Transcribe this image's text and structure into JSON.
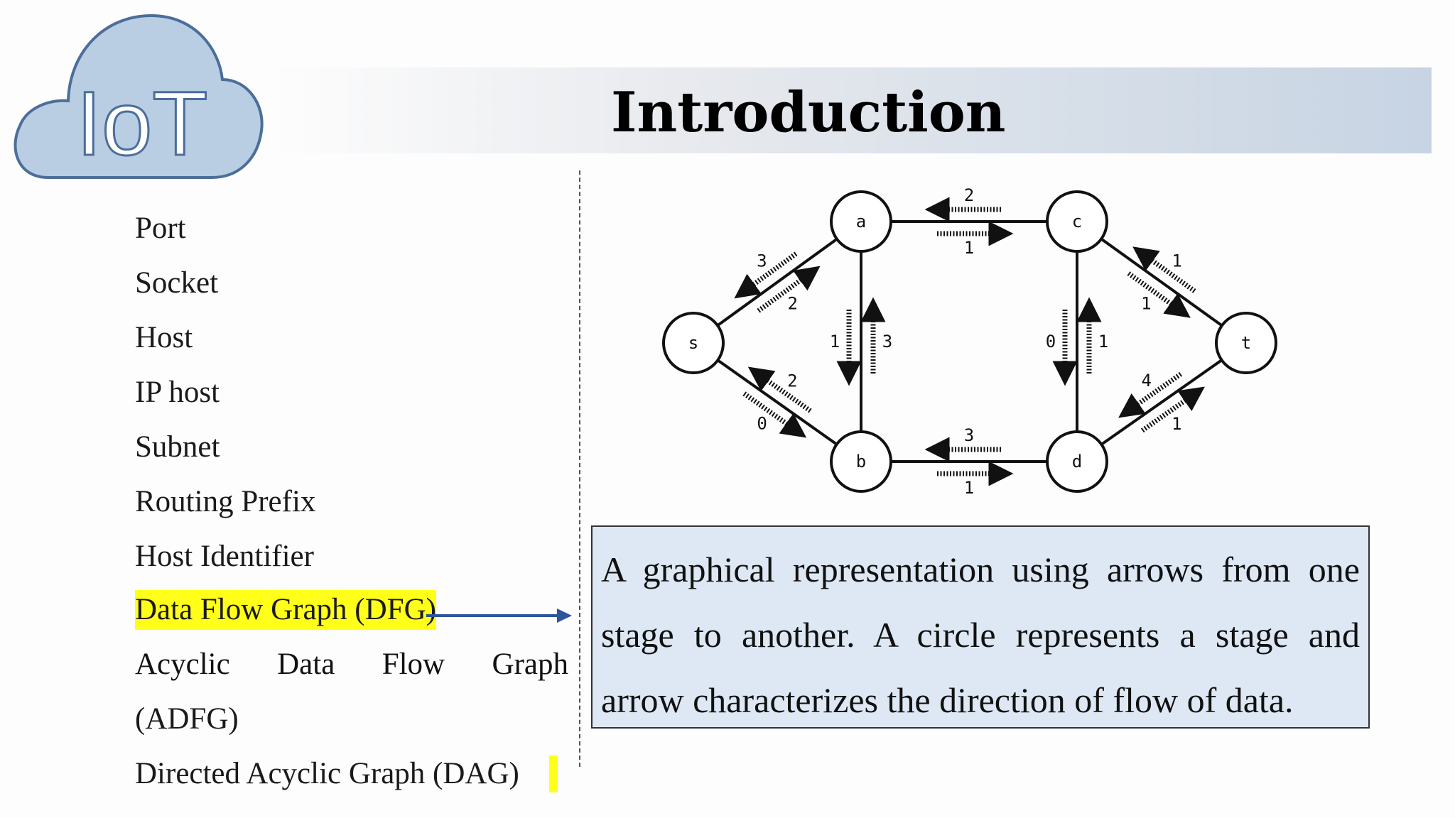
{
  "header": {
    "title": "Introduction",
    "logo_text": "IoT",
    "logo_colors": {
      "cloud_fill": "#b9cde3",
      "cloud_stroke": "#4b6e9a",
      "text": "#ffffff"
    }
  },
  "sidebar": {
    "topics": [
      {
        "label": "Port"
      },
      {
        "label": "Socket"
      },
      {
        "label": "Host"
      },
      {
        "label": "IP host"
      },
      {
        "label": "Subnet"
      },
      {
        "label": "Routing Prefix"
      },
      {
        "label": "Host Identifier"
      },
      {
        "label": "Data Flow Graph (DFG)",
        "highlighted": true
      },
      {
        "label": "Acyclic Data Flow Graph (ADFG)",
        "words": [
          "Acyclic",
          "Data",
          "Flow",
          "Graph"
        ],
        "continuation": "(ADFG)"
      },
      {
        "label": "Directed Acyclic Graph (DAG)"
      }
    ],
    "highlight_color": "#ffff1a",
    "pointer_arrow_color": "#2e5597"
  },
  "graph": {
    "nodes": [
      {
        "id": "s",
        "label": "s"
      },
      {
        "id": "a",
        "label": "a"
      },
      {
        "id": "b",
        "label": "b"
      },
      {
        "id": "c",
        "label": "c"
      },
      {
        "id": "d",
        "label": "d"
      },
      {
        "id": "t",
        "label": "t"
      }
    ],
    "edges": [
      {
        "from": "s",
        "to": "a",
        "labels": [
          "2",
          "3"
        ]
      },
      {
        "from": "s",
        "to": "b",
        "labels": [
          "0",
          "2"
        ]
      },
      {
        "from": "a",
        "to": "c",
        "labels": [
          "1",
          "2"
        ]
      },
      {
        "from": "a",
        "to": "b",
        "labels": [
          "1",
          "3"
        ]
      },
      {
        "from": "c",
        "to": "d",
        "labels": [
          "0",
          "1"
        ]
      },
      {
        "from": "b",
        "to": "d",
        "labels": [
          "1",
          "3"
        ]
      },
      {
        "from": "c",
        "to": "t",
        "labels": [
          "1",
          "1"
        ]
      },
      {
        "from": "d",
        "to": "t",
        "labels": [
          "1",
          "4"
        ]
      }
    ]
  },
  "definition": {
    "text": "A graphical representation using arrows from one stage to another. A circle represents a stage and arrow characterizes the direction of flow of data."
  }
}
